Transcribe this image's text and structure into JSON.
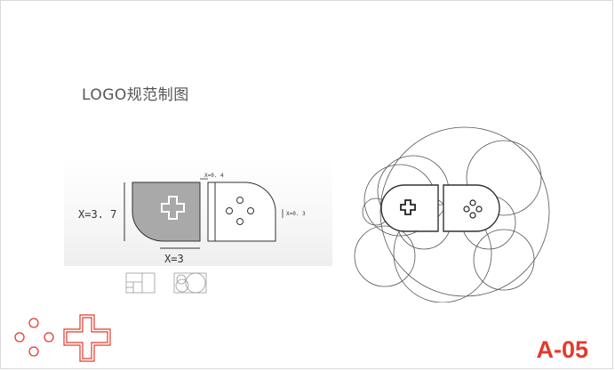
{
  "page": {
    "title": "LOGO规范制图",
    "page_code": "A-05"
  },
  "spec": {
    "height_label": "X=3. 7",
    "width_label": "X=3",
    "gap_label": "X=0. 4",
    "stroke_label": "X=0. 3"
  },
  "colors": {
    "accent": "#e23a2e",
    "logo_fill": "#a9a9a9",
    "line": "#555555"
  },
  "icons": [
    "cross-icon",
    "buttons-icon"
  ]
}
